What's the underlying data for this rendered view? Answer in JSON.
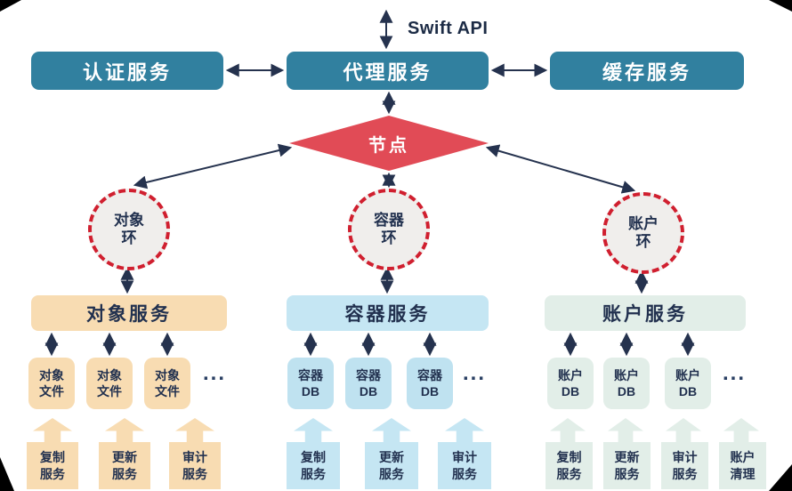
{
  "api_label": "Swift API",
  "top_services": [
    {
      "label": "认证服务"
    },
    {
      "label": "代理服务"
    },
    {
      "label": "缓存服务"
    }
  ],
  "node_label": "节点",
  "rings": [
    {
      "line1": "对象",
      "line2": "环"
    },
    {
      "line1": "容器",
      "line2": "环"
    },
    {
      "line1": "账户",
      "line2": "环"
    }
  ],
  "columns": [
    {
      "service": "对象服务",
      "stores": [
        {
          "line1": "对象",
          "line2": "文件"
        },
        {
          "line1": "对象",
          "line2": "文件"
        },
        {
          "line1": "对象",
          "line2": "文件"
        }
      ],
      "ellipsis": "...",
      "workers": [
        {
          "line1": "复制",
          "line2": "服务"
        },
        {
          "line1": "更新",
          "line2": "服务"
        },
        {
          "line1": "审计",
          "line2": "服务"
        }
      ]
    },
    {
      "service": "容器服务",
      "stores": [
        {
          "line1": "容器",
          "line2": "DB"
        },
        {
          "line1": "容器",
          "line2": "DB"
        },
        {
          "line1": "容器",
          "line2": "DB"
        }
      ],
      "ellipsis": "...",
      "workers": [
        {
          "line1": "复制",
          "line2": "服务"
        },
        {
          "line1": "更新",
          "line2": "服务"
        },
        {
          "line1": "审计",
          "line2": "服务"
        }
      ]
    },
    {
      "service": "账户服务",
      "stores": [
        {
          "line1": "账户",
          "line2": "DB"
        },
        {
          "line1": "账户",
          "line2": "DB"
        },
        {
          "line1": "账户",
          "line2": "DB"
        }
      ],
      "ellipsis": "...",
      "workers": [
        {
          "line1": "复制",
          "line2": "服务"
        },
        {
          "line1": "更新",
          "line2": "服务"
        },
        {
          "line1": "审计",
          "line2": "服务"
        },
        {
          "line1": "账户",
          "line2": "清理"
        }
      ]
    }
  ],
  "colors": {
    "teal_service": "#31809f",
    "node_red": "#e14b56",
    "ring_dash_red": "#d01f2f",
    "ring_fill": "#f0eeec",
    "object_fill": "#f8dcb2",
    "container_fill": "#c5e6f3",
    "account_fill": "#e2eee8",
    "arrow_navy": "#25324e",
    "text_navy": "#22314f"
  }
}
